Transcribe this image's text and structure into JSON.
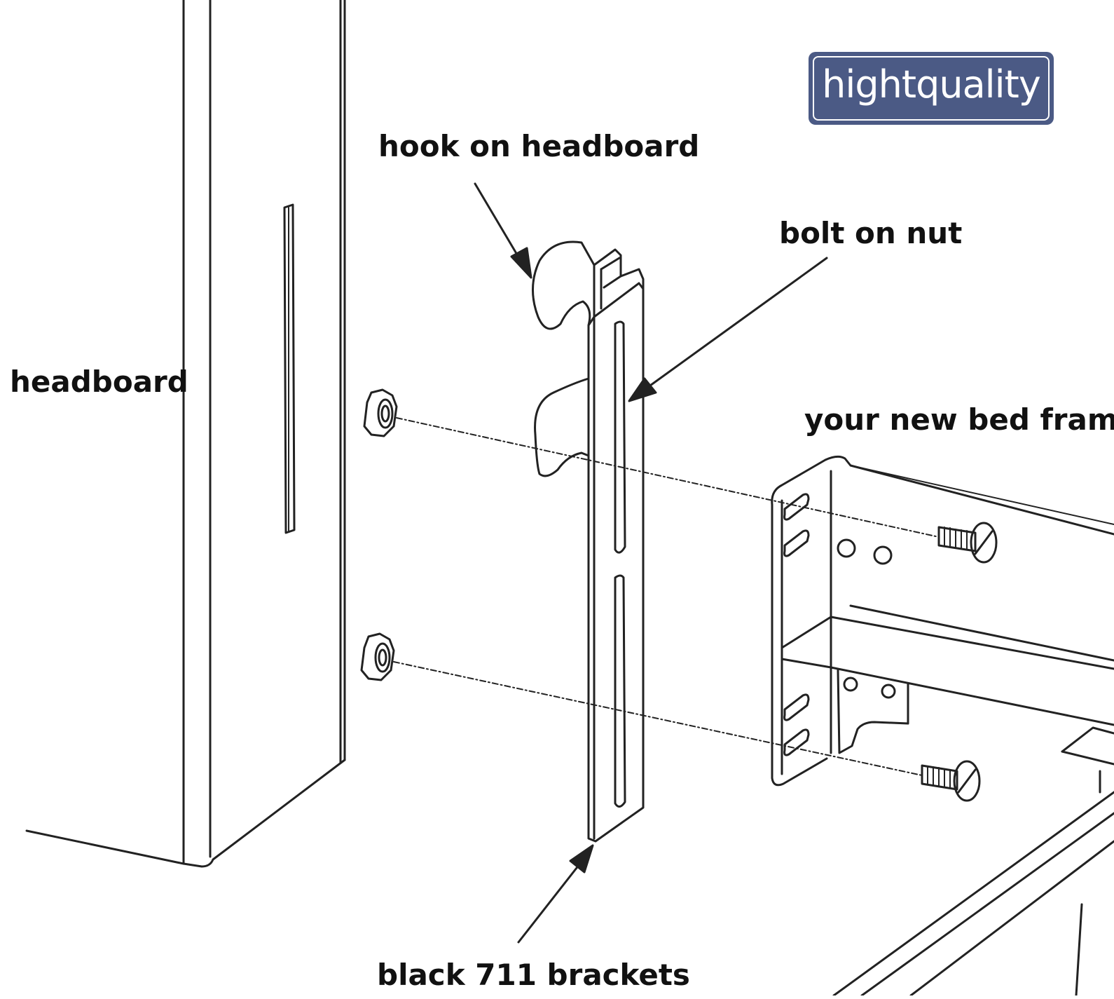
{
  "labels": {
    "headboard": "headboard",
    "hook": "hook on headboard",
    "bolt": "bolt on nut",
    "frame": "your new bed frame",
    "brackets": "black 711 brackets"
  },
  "badge": {
    "text": "hightquality",
    "color": "#4b5a85"
  },
  "colors": {
    "line": "#222222",
    "background": "#ffffff"
  }
}
